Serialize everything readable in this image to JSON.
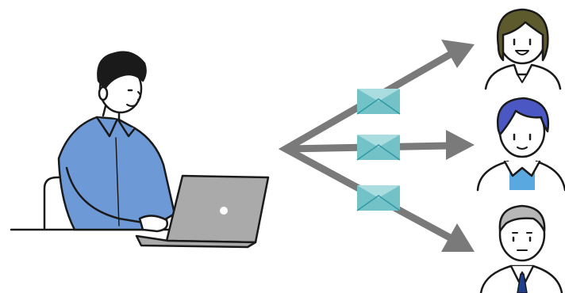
{
  "scene": {
    "sender": {
      "role": "person-using-laptop"
    },
    "recipients": [
      {
        "name": "recipient-woman",
        "hair": "#5d5a2e"
      },
      {
        "name": "recipient-young-man",
        "hair": "#4b58c4",
        "shirt": "#59a8e0"
      },
      {
        "name": "recipient-older-man",
        "hair": "#b7b7b7",
        "tie": "#1f3f8f"
      }
    ],
    "colors": {
      "shirt": "#6d9ad6",
      "laptop": "#aaaaaa",
      "arrow": "#7a7a7a",
      "envelope": "#73c2c8",
      "envelope_flap": "#a9dde0",
      "envelope_dark": "#2e9aa3",
      "outline": "#1a1a1a"
    },
    "icons": [
      "mail-icon",
      "mail-icon",
      "mail-icon",
      "arrow-icon",
      "arrow-icon",
      "arrow-icon"
    ]
  }
}
